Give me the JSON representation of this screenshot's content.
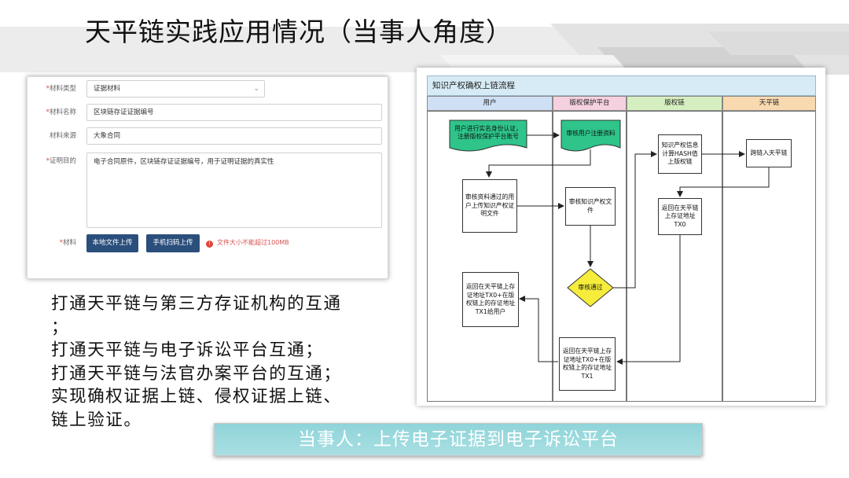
{
  "slide": {
    "title": "天平链实践应用情况（当事人角度）",
    "banner": "当事人：上传电子证据到电子诉讼平台"
  },
  "form": {
    "rows": [
      {
        "label": "材料类型",
        "required": true,
        "value": "证据材料",
        "type": "select"
      },
      {
        "label": "材料名称",
        "required": true,
        "value": "区块链存证证据编号",
        "type": "input"
      },
      {
        "label": "材料来源",
        "required": false,
        "value": "大象合同",
        "type": "input"
      },
      {
        "label": "证明目的",
        "required": true,
        "value": "电子合同原件，区块链存证证据编号，用于证明证据的真实性",
        "type": "textarea"
      }
    ],
    "upload_label": "材料",
    "upload_required": true,
    "btn_local": "本地文件上传",
    "btn_mobile": "手机扫码上传",
    "warning": "文件大小不能超过100MB"
  },
  "text_lines": [
    "打通天平链与第三方存证机构的互通",
    "；",
    "打通天平链与电子诉讼平台互通；",
    "打通天平链与法官办案平台的互通；",
    "实现确权证据上链、侵权证据上链、",
    "链上验证。"
  ],
  "flowchart": {
    "title": "知识产权确权上链流程",
    "lanes": [
      {
        "label": "用户",
        "color": "#cfe0f5"
      },
      {
        "label": "版权保护平台",
        "color": "#f5d0df"
      },
      {
        "label": "版权链",
        "color": "#d6efc0"
      },
      {
        "label": "天平链",
        "color": "#f8d9b0"
      }
    ],
    "nodes": {
      "user_register": "用户进行实名身份认证，注册版权保护平台账号",
      "review_register": "审核用户注册资料",
      "upload_proof": "审核资料通过的用户上传知识产权证明文件",
      "review_ip": "审核知识产权文件",
      "approved": "审核通过",
      "hash": "知识产权信息计算HASH值上版权链",
      "to_tianping": "跨链入天平链",
      "return_tx0": "返回在天平链上存证地址TX0",
      "return_user": "返回在天平链上存证地址TX0+在版权链上的存证地址TX1给用户",
      "return_platform": "返回在天平链上存证地址TX0+在版权链上的存证地址TX1"
    }
  },
  "colors": {
    "button": "#2b4f7d",
    "warning": "#e0453c",
    "banner": "#9bd9dd",
    "flow_green": "#2ec48a",
    "flow_diamond": "#f5ec3c"
  }
}
